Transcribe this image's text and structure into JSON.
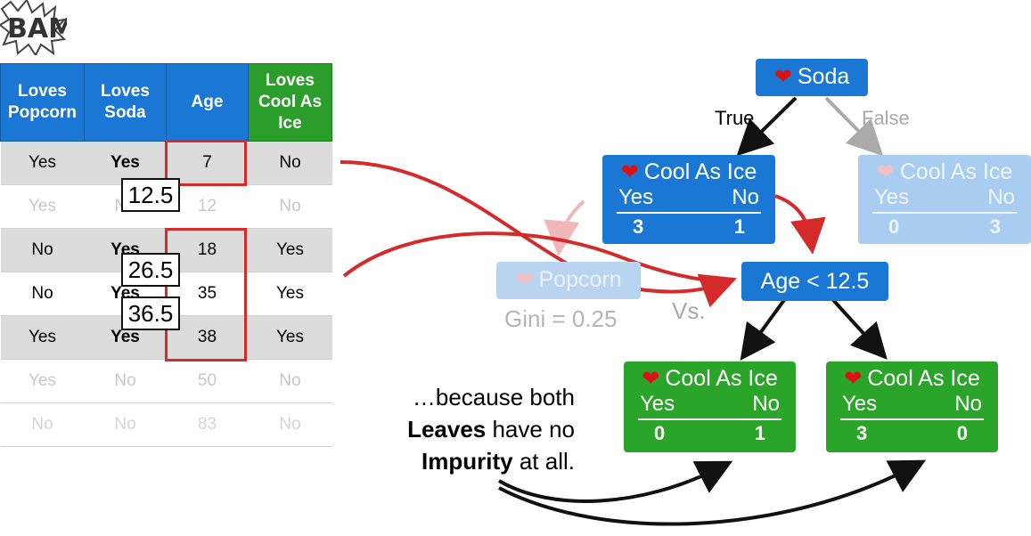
{
  "logo": {
    "text": "BAM!"
  },
  "table": {
    "headers": [
      "Loves Popcorn",
      "Loves Soda",
      "Age",
      "Loves Cool As Ice"
    ],
    "rows": [
      [
        "Yes",
        "Yes",
        "7",
        "No"
      ],
      [
        "Yes",
        "No",
        "12",
        "No"
      ],
      [
        "No",
        "Yes",
        "18",
        "Yes"
      ],
      [
        "No",
        "Yes",
        "35",
        "Yes"
      ],
      [
        "Yes",
        "Yes",
        "38",
        "Yes"
      ],
      [
        "Yes",
        "No",
        "50",
        "No"
      ],
      [
        "No",
        "No",
        "83",
        "No"
      ]
    ],
    "thresholds": [
      "12.5",
      "26.5",
      "36.5"
    ]
  },
  "tree": {
    "root": {
      "title": "Soda"
    },
    "true_label": "True",
    "false_label": "False",
    "left_node": {
      "title": "Cool As Ice",
      "yes": "Yes",
      "no": "No",
      "yes_count": "3",
      "no_count": "1"
    },
    "right_node": {
      "title": "Cool As Ice",
      "yes": "Yes",
      "no": "No",
      "yes_count": "0",
      "no_count": "3"
    },
    "ghost_node": {
      "title": "Popcorn",
      "gini": "Gini = 0.25"
    },
    "vs": "Vs.",
    "age_node": {
      "title": "Age < 12.5"
    },
    "leaf_left": {
      "title": "Cool As Ice",
      "yes": "Yes",
      "no": "No",
      "yes_count": "0",
      "no_count": "1"
    },
    "leaf_right": {
      "title": "Cool As Ice",
      "yes": "Yes",
      "no": "No",
      "yes_count": "3",
      "no_count": "0"
    }
  },
  "caption": {
    "line1": "…because both",
    "line2_bold": "Leaves",
    "line2_rest": " have no",
    "line3_bold": "Impurity",
    "line3_rest": " at all."
  },
  "colors": {
    "blue": "#1a78d4",
    "green": "#2aa52a",
    "red": "#d42a2a",
    "heart": "#dd1111"
  }
}
